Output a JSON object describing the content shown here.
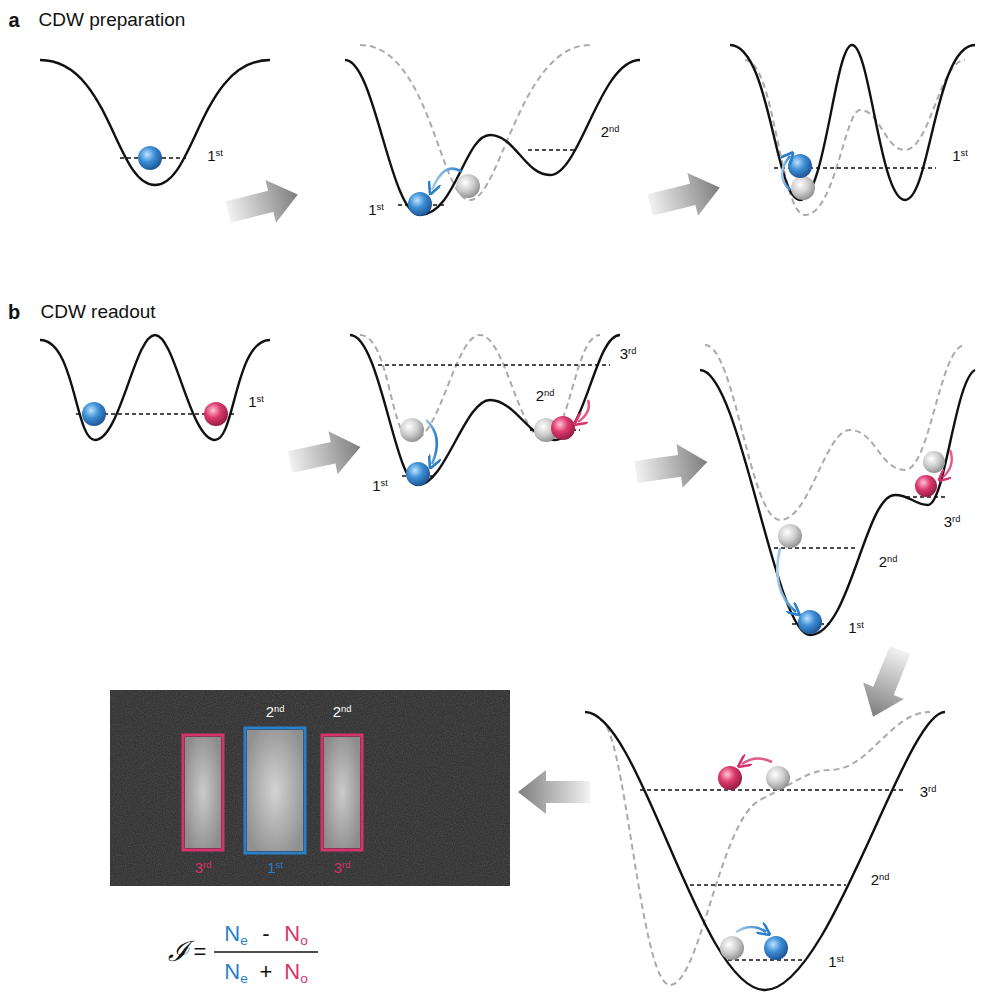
{
  "diagram": {
    "labels": [
      "a",
      "CDW preparation",
      "1st",
      "1st",
      "2nd",
      "1st",
      "b",
      "CDW readout",
      "1st",
      "3rd",
      "2nd",
      "1st",
      "3rd",
      "2nd",
      "1st",
      "3rd",
      "2nd",
      "1st",
      "2nd",
      "2nd",
      "3rd",
      "1st",
      "3rd",
      "ℐ",
      "=",
      "Ne",
      "-",
      "No",
      "Ne",
      "+",
      "No"
    ]
  }
}
